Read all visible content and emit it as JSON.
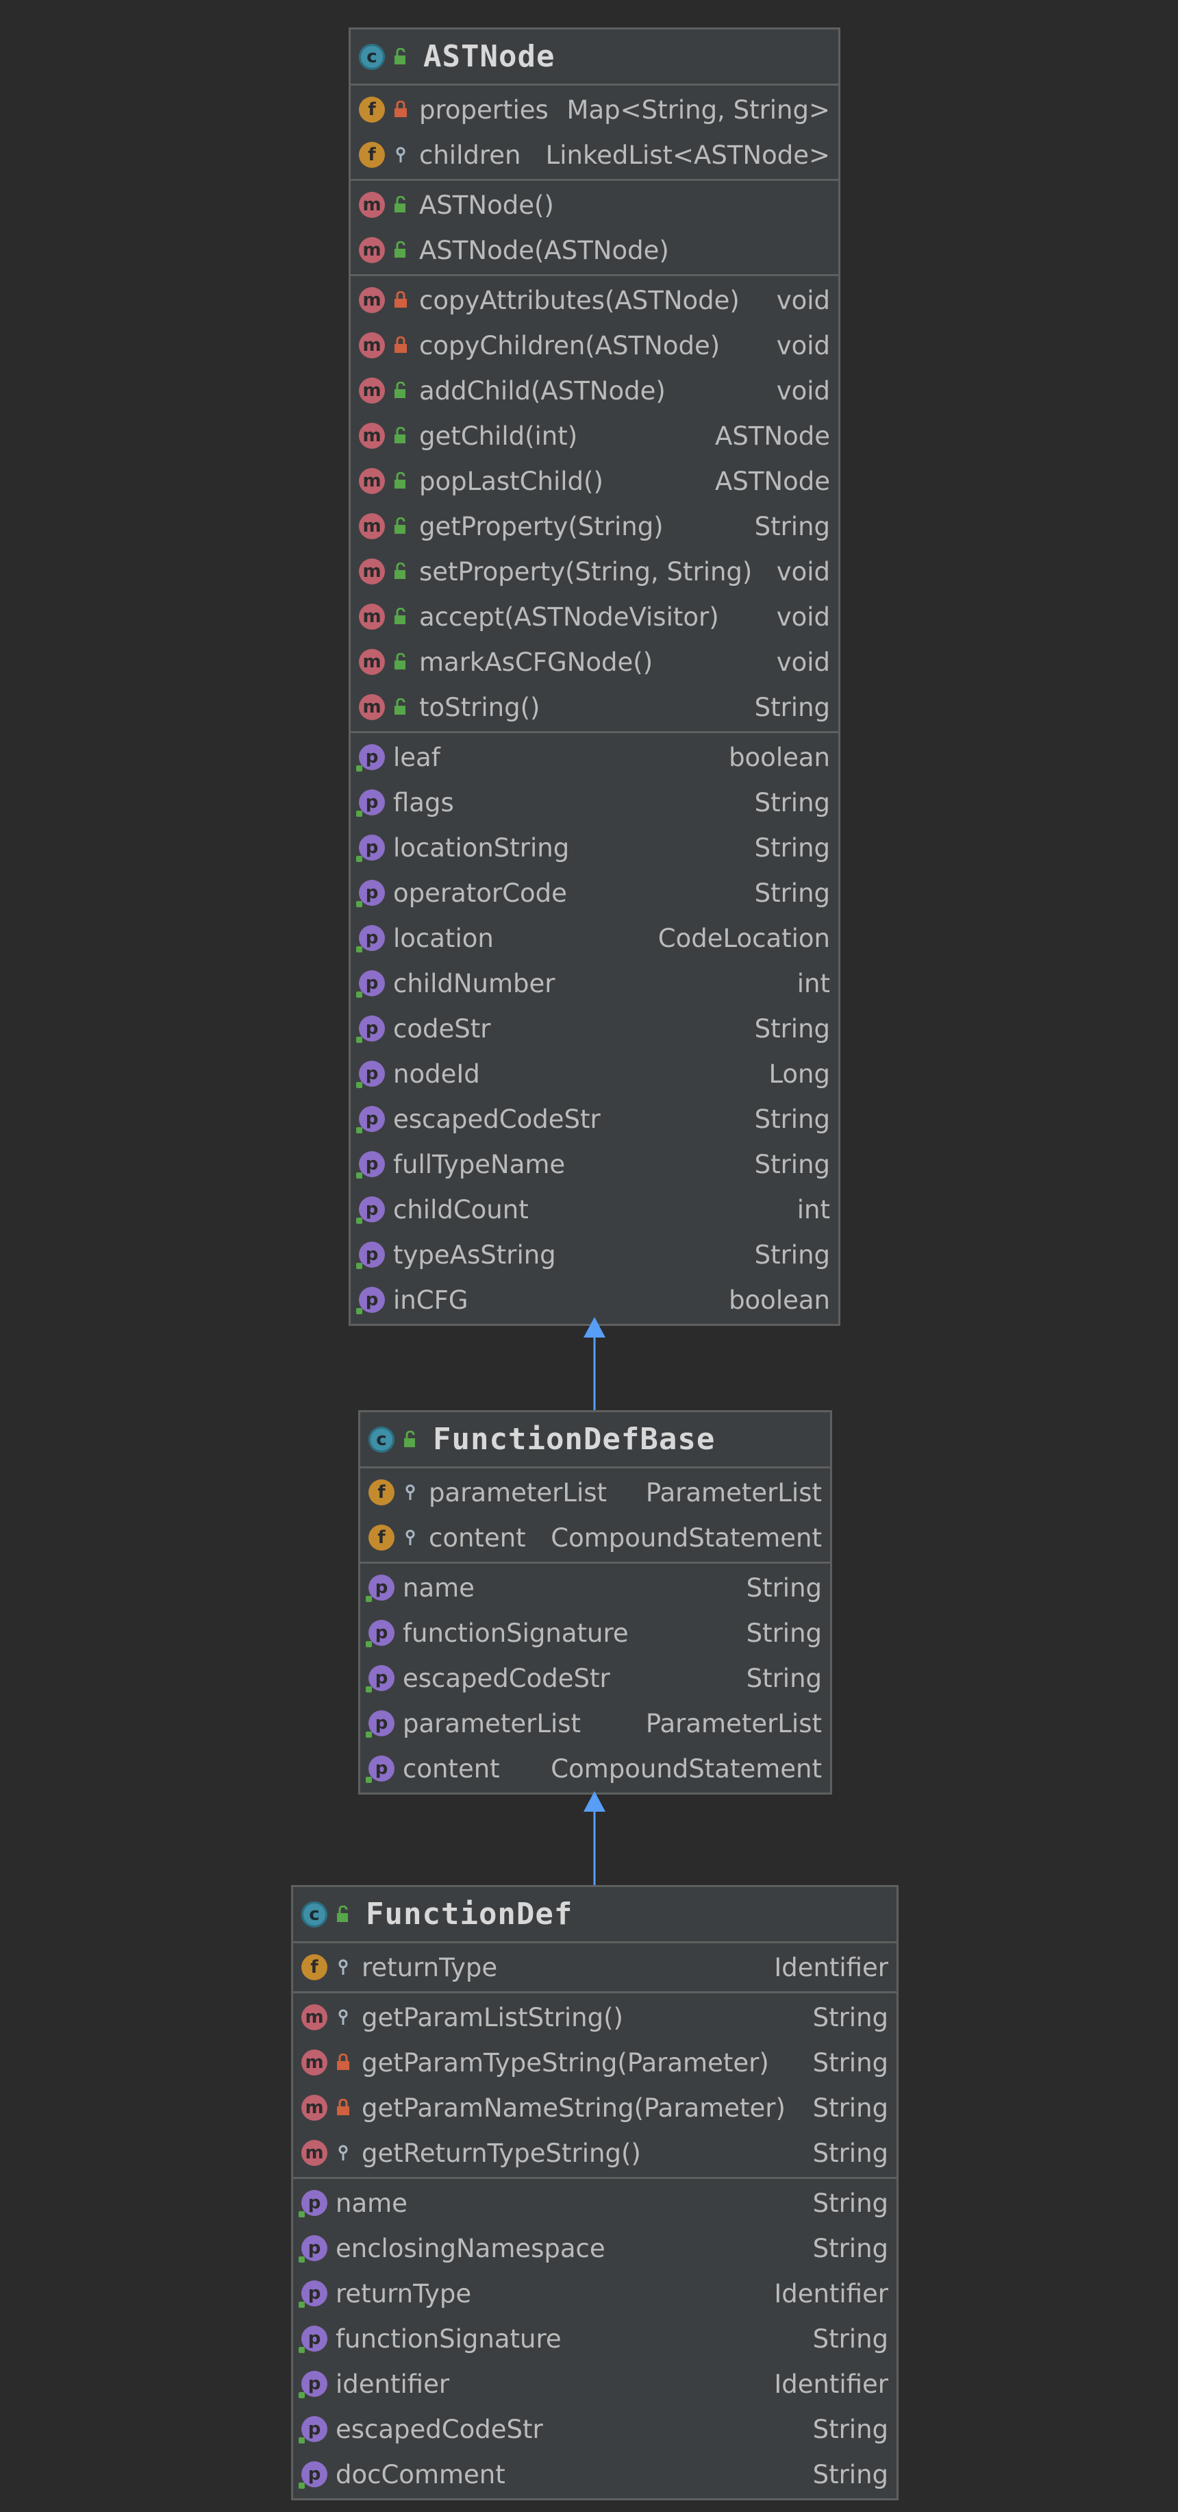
{
  "classes": [
    {
      "id": "astnode",
      "name": "ASTNode",
      "kind_icon": "class-icon",
      "visibility": "public",
      "fields": [
        {
          "name": "properties",
          "type": "Map<String, String>",
          "visibility": "private"
        },
        {
          "name": "children",
          "type": "LinkedList<ASTNode>",
          "visibility": "package"
        }
      ],
      "constructors": [
        {
          "name": "ASTNode()",
          "type": "",
          "visibility": "public"
        },
        {
          "name": "ASTNode(ASTNode)",
          "type": "",
          "visibility": "public"
        }
      ],
      "methods": [
        {
          "name": "copyAttributes(ASTNode)",
          "type": "void",
          "visibility": "private"
        },
        {
          "name": "copyChildren(ASTNode)",
          "type": "void",
          "visibility": "private"
        },
        {
          "name": "addChild(ASTNode)",
          "type": "void",
          "visibility": "public"
        },
        {
          "name": "getChild(int)",
          "type": "ASTNode",
          "visibility": "public"
        },
        {
          "name": "popLastChild()",
          "type": "ASTNode",
          "visibility": "public"
        },
        {
          "name": "getProperty(String)",
          "type": "String",
          "visibility": "public"
        },
        {
          "name": "setProperty(String, String)",
          "type": "void",
          "visibility": "public"
        },
        {
          "name": "accept(ASTNodeVisitor)",
          "type": "void",
          "visibility": "public"
        },
        {
          "name": "markAsCFGNode()",
          "type": "void",
          "visibility": "public"
        },
        {
          "name": "toString()",
          "type": "String",
          "visibility": "public"
        }
      ],
      "properties": [
        {
          "name": "leaf",
          "type": "boolean"
        },
        {
          "name": "flags",
          "type": "String"
        },
        {
          "name": "locationString",
          "type": "String"
        },
        {
          "name": "operatorCode",
          "type": "String"
        },
        {
          "name": "location",
          "type": "CodeLocation"
        },
        {
          "name": "childNumber",
          "type": "int"
        },
        {
          "name": "codeStr",
          "type": "String"
        },
        {
          "name": "nodeId",
          "type": "Long"
        },
        {
          "name": "escapedCodeStr",
          "type": "String"
        },
        {
          "name": "fullTypeName",
          "type": "String"
        },
        {
          "name": "childCount",
          "type": "int"
        },
        {
          "name": "typeAsString",
          "type": "String"
        },
        {
          "name": "inCFG",
          "type": "boolean"
        }
      ]
    },
    {
      "id": "functiondefbase",
      "name": "FunctionDefBase",
      "kind_icon": "abstract-class-icon",
      "visibility": "public",
      "fields": [
        {
          "name": "parameterList",
          "type": "ParameterList",
          "visibility": "package"
        },
        {
          "name": "content",
          "type": "CompoundStatement",
          "visibility": "package"
        }
      ],
      "constructors": [],
      "methods": [],
      "properties": [
        {
          "name": "name",
          "type": "String"
        },
        {
          "name": "functionSignature",
          "type": "String"
        },
        {
          "name": "escapedCodeStr",
          "type": "String"
        },
        {
          "name": "parameterList",
          "type": "ParameterList"
        },
        {
          "name": "content",
          "type": "CompoundStatement"
        }
      ]
    },
    {
      "id": "functiondef",
      "name": "FunctionDef",
      "kind_icon": "class-icon",
      "visibility": "public",
      "fields": [
        {
          "name": "returnType",
          "type": "Identifier",
          "visibility": "package"
        }
      ],
      "constructors": [],
      "methods": [
        {
          "name": "getParamListString()",
          "type": "String",
          "visibility": "package"
        },
        {
          "name": "getParamTypeString(Parameter)",
          "type": "String",
          "visibility": "private"
        },
        {
          "name": "getParamNameString(Parameter)",
          "type": "String",
          "visibility": "private"
        },
        {
          "name": "getReturnTypeString()",
          "type": "String",
          "visibility": "package"
        }
      ],
      "properties": [
        {
          "name": "name",
          "type": "String"
        },
        {
          "name": "enclosingNamespace",
          "type": "String"
        },
        {
          "name": "returnType",
          "type": "Identifier"
        },
        {
          "name": "functionSignature",
          "type": "String"
        },
        {
          "name": "identifier",
          "type": "Identifier"
        },
        {
          "name": "escapedCodeStr",
          "type": "String"
        },
        {
          "name": "docComment",
          "type": "String"
        }
      ]
    }
  ],
  "inheritance": [
    {
      "from": "functiondefbase",
      "to": "astnode"
    },
    {
      "from": "functiondef",
      "to": "functiondefbase"
    }
  ],
  "colors": {
    "background": "#2b2b2b",
    "box": "#3c3f41",
    "border": "#5e6060",
    "text": "#bbbbbb",
    "arrow": "#589df6",
    "public_lock": "#57a64a",
    "private_lock": "#d0603f"
  }
}
